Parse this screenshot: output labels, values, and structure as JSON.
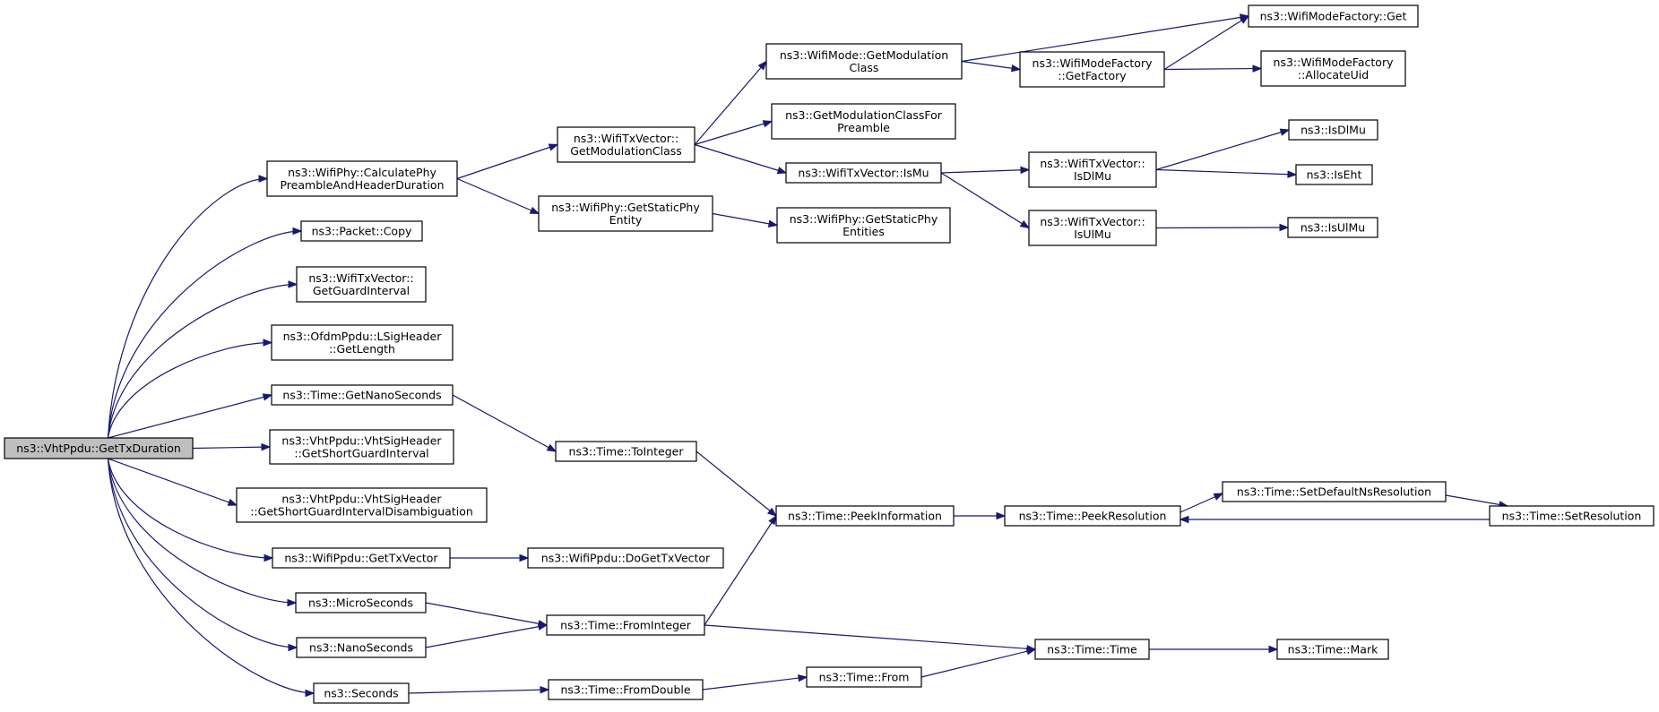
{
  "graph": {
    "root": "n0",
    "nodes": [
      {
        "id": "n0",
        "label": [
          "ns3::VhtPpdu::GetTxDuration"
        ],
        "highlight": true
      },
      {
        "id": "n1",
        "label": [
          "ns3::WifiPhy::CalculatePhy",
          "PreambleAndHeaderDuration"
        ]
      },
      {
        "id": "n2",
        "label": [
          "ns3::Packet::Copy"
        ]
      },
      {
        "id": "n3",
        "label": [
          "ns3::WifiTxVector::",
          "GetGuardInterval"
        ]
      },
      {
        "id": "n4",
        "label": [
          "ns3::OfdmPpdu::LSigHeader",
          "::GetLength"
        ]
      },
      {
        "id": "n5",
        "label": [
          "ns3::Time::GetNanoSeconds"
        ]
      },
      {
        "id": "n6",
        "label": [
          "ns3::VhtPpdu::VhtSigHeader",
          "::GetShortGuardInterval"
        ]
      },
      {
        "id": "n7",
        "label": [
          "ns3::VhtPpdu::VhtSigHeader",
          "::GetShortGuardIntervalDisambiguation"
        ]
      },
      {
        "id": "n8",
        "label": [
          "ns3::WifiPpdu::GetTxVector"
        ]
      },
      {
        "id": "n9",
        "label": [
          "ns3::MicroSeconds"
        ]
      },
      {
        "id": "n10",
        "label": [
          "ns3::NanoSeconds"
        ]
      },
      {
        "id": "n11",
        "label": [
          "ns3::Seconds"
        ]
      },
      {
        "id": "n12",
        "label": [
          "ns3::WifiTxVector::",
          "GetModulationClass"
        ]
      },
      {
        "id": "n13",
        "label": [
          "ns3::WifiPhy::GetStaticPhy",
          "Entity"
        ]
      },
      {
        "id": "n14",
        "label": [
          "ns3::Time::ToInteger"
        ]
      },
      {
        "id": "n15",
        "label": [
          "ns3::WifiPpdu::DoGetTxVector"
        ]
      },
      {
        "id": "n16",
        "label": [
          "ns3::Time::FromInteger"
        ]
      },
      {
        "id": "n17",
        "label": [
          "ns3::Time::FromDouble"
        ]
      },
      {
        "id": "n18",
        "label": [
          "ns3::WifiMode::GetModulation",
          "Class"
        ]
      },
      {
        "id": "n19",
        "label": [
          "ns3::GetModulationClassFor",
          "Preamble"
        ]
      },
      {
        "id": "n20",
        "label": [
          "ns3::WifiTxVector::IsMu"
        ]
      },
      {
        "id": "n21",
        "label": [
          "ns3::WifiPhy::GetStaticPhy",
          "Entities"
        ]
      },
      {
        "id": "n22",
        "label": [
          "ns3::Time::PeekInformation"
        ]
      },
      {
        "id": "n23",
        "label": [
          "ns3::Time::From"
        ]
      },
      {
        "id": "n24",
        "label": [
          "ns3::Time::Time"
        ]
      },
      {
        "id": "n25",
        "label": [
          "ns3::WifiModeFactory::Get"
        ]
      },
      {
        "id": "n26",
        "label": [
          "ns3::WifiModeFactory",
          "::GetFactory"
        ]
      },
      {
        "id": "n27",
        "label": [
          "ns3::WifiTxVector::",
          "IsDlMu"
        ]
      },
      {
        "id": "n28",
        "label": [
          "ns3::WifiTxVector::",
          "IsUlMu"
        ]
      },
      {
        "id": "n29",
        "label": [
          "ns3::Time::PeekResolution"
        ]
      },
      {
        "id": "n30",
        "label": [
          "ns3::Time::Mark"
        ]
      },
      {
        "id": "n31",
        "label": [
          "ns3::WifiModeFactory",
          "::AllocateUid"
        ]
      },
      {
        "id": "n32",
        "label": [
          "ns3::IsDlMu"
        ]
      },
      {
        "id": "n33",
        "label": [
          "ns3::IsEht"
        ]
      },
      {
        "id": "n34",
        "label": [
          "ns3::IsUlMu"
        ]
      },
      {
        "id": "n35",
        "label": [
          "ns3::Time::SetDefaultNsResolution"
        ]
      },
      {
        "id": "n36",
        "label": [
          "ns3::Time::SetResolution"
        ]
      }
    ],
    "edges": [
      [
        "n0",
        "n1"
      ],
      [
        "n0",
        "n2"
      ],
      [
        "n0",
        "n3"
      ],
      [
        "n0",
        "n4"
      ],
      [
        "n0",
        "n5"
      ],
      [
        "n0",
        "n6"
      ],
      [
        "n0",
        "n7"
      ],
      [
        "n0",
        "n8"
      ],
      [
        "n0",
        "n9"
      ],
      [
        "n0",
        "n10"
      ],
      [
        "n0",
        "n11"
      ],
      [
        "n1",
        "n12"
      ],
      [
        "n1",
        "n13"
      ],
      [
        "n12",
        "n18"
      ],
      [
        "n12",
        "n19"
      ],
      [
        "n12",
        "n20"
      ],
      [
        "n18",
        "n25"
      ],
      [
        "n18",
        "n26"
      ],
      [
        "n26",
        "n25"
      ],
      [
        "n26",
        "n31"
      ],
      [
        "n20",
        "n27"
      ],
      [
        "n20",
        "n28"
      ],
      [
        "n27",
        "n32"
      ],
      [
        "n27",
        "n33"
      ],
      [
        "n28",
        "n34"
      ],
      [
        "n13",
        "n21"
      ],
      [
        "n5",
        "n14"
      ],
      [
        "n14",
        "n22"
      ],
      [
        "n22",
        "n29"
      ],
      [
        "n29",
        "n35"
      ],
      [
        "n35",
        "n36"
      ],
      [
        "n36",
        "n29"
      ],
      [
        "n8",
        "n15"
      ],
      [
        "n9",
        "n16"
      ],
      [
        "n10",
        "n16"
      ],
      [
        "n16",
        "n22"
      ],
      [
        "n16",
        "n24"
      ],
      [
        "n11",
        "n17"
      ],
      [
        "n17",
        "n23"
      ],
      [
        "n23",
        "n24"
      ],
      [
        "n24",
        "n30"
      ]
    ],
    "colors": {
      "edge": "#191970",
      "node_border": "#000000",
      "node_fill": "#ffffff",
      "root_fill": "#bfbfbf"
    }
  }
}
